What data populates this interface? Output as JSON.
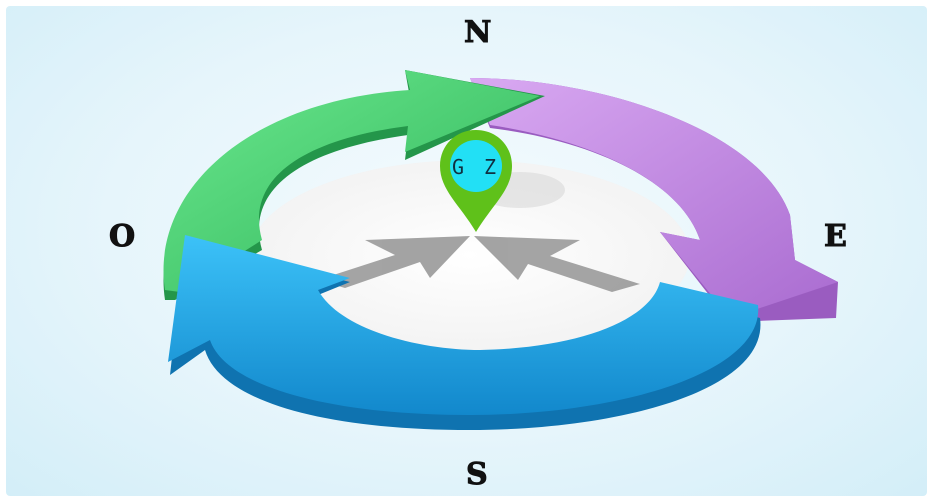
{
  "compass": {
    "north": "N",
    "south": "S",
    "east": "E",
    "west": "O"
  },
  "pin": {
    "label": "G Z"
  },
  "colors": {
    "green_arrow": "#3fcf6d",
    "purple_arrow": "#c98fe6",
    "blue_arrow": "#1ea8ea",
    "pin_green": "#5fc11a",
    "pin_cyan": "#22e0f5",
    "background": "#e6f5fb"
  }
}
